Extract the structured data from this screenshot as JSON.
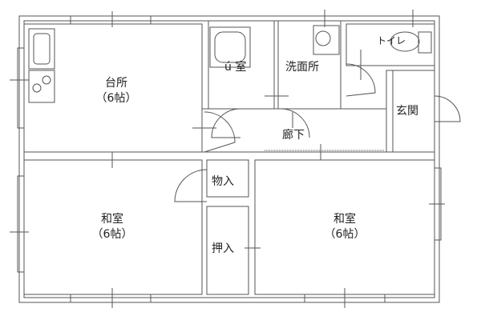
{
  "rooms": {
    "kitchen": {
      "name": "台所",
      "size": "（6帖）"
    },
    "bath": {
      "name": "ú 室"
    },
    "washroom": {
      "name": "洗面所"
    },
    "toilet": {
      "name": "トイレ"
    },
    "entrance": {
      "name": "玄関"
    },
    "corridor": {
      "name": "廊下"
    },
    "storage": {
      "name": "物入"
    },
    "closet": {
      "name": "押入"
    },
    "washitsu_left": {
      "name": "和室",
      "size": "（6帖）"
    },
    "washitsu_right": {
      "name": "和室",
      "size": "（6帖）"
    }
  },
  "colors": {
    "wall": "#555555",
    "background": "#ffffff"
  }
}
